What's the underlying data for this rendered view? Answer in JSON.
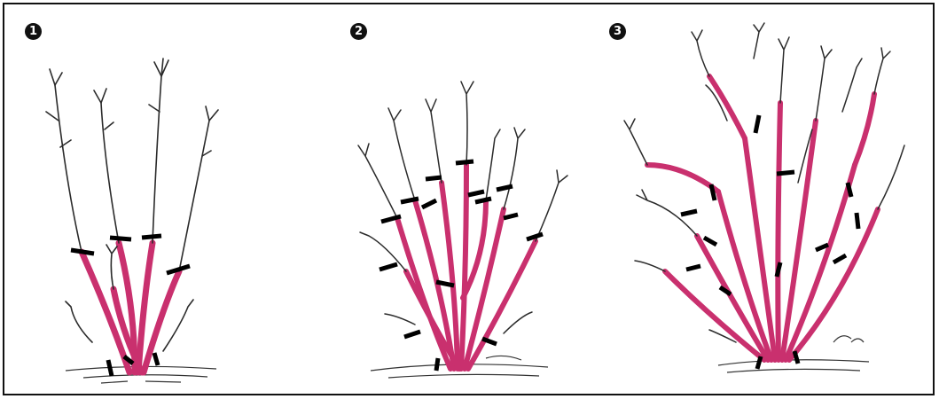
{
  "stages": [
    {
      "number": "1"
    },
    {
      "number": "2"
    },
    {
      "number": "3"
    }
  ],
  "colors": {
    "old_wood": "#c9306e",
    "young_shoot": "#2b2b2b",
    "cut_mark": "#000000",
    "ground": "#333333",
    "background": "#ffffff",
    "frame": "#111111"
  }
}
